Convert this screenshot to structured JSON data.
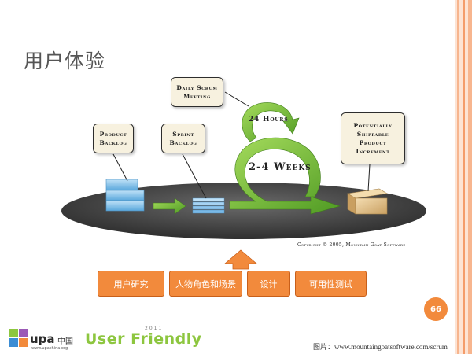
{
  "slide": {
    "title": "用户体验",
    "page_number": "66",
    "caption": "图片：www.mountaingoatsoftware.com/scrum"
  },
  "diagram": {
    "callouts": {
      "product_backlog": "Product\nBacklog",
      "sprint_backlog": "Sprint\nBacklog",
      "daily_scrum": "Daily Scrum\nMeeting",
      "increment": "Potentially\nShippable\nProduct\nIncrement"
    },
    "cycle_short": "24 Hours",
    "cycle_long": "2-4 Weeks",
    "copyright": "Copyright © 2005, Mountain Goat Software"
  },
  "steps": [
    "用户研究",
    "人物角色和场景",
    "设计",
    "可用性测试"
  ],
  "logos": {
    "upa": "upa",
    "upa_cn": "中国",
    "upa_url": "www.upachina.org",
    "user_friendly": "User Friendly",
    "uf_year": "2011"
  },
  "colors": {
    "accent_orange": "#f28a3c",
    "green_arrow": "#7cc242",
    "platform": "#4a4a4a",
    "callout_bg": "#f7f1df"
  }
}
